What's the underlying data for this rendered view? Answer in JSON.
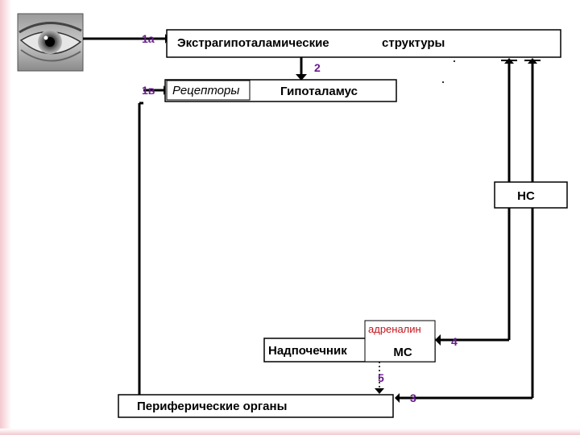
{
  "labels": {
    "extra_left": "Экстрагипоталамические",
    "extra_right": "структуры",
    "receptors": "Рецепторы",
    "hypothalamus": "Гипоталамус",
    "ns": "НС",
    "adrenal": "Надпочечник",
    "adrenaline": "адреналин",
    "ms": "МС",
    "peripheral": "Периферические  органы"
  },
  "numbers": {
    "n1a": "1а",
    "n1b": "1в",
    "n2": "2",
    "n3": "3",
    "n4": "4",
    "n5": "5"
  },
  "icons": {
    "eye": "eye-photo-icon"
  },
  "colors": {
    "number_label": "#6a1b8e",
    "adrenaline_label": "#c4161c",
    "edge_tint": "#f3c9cf"
  }
}
